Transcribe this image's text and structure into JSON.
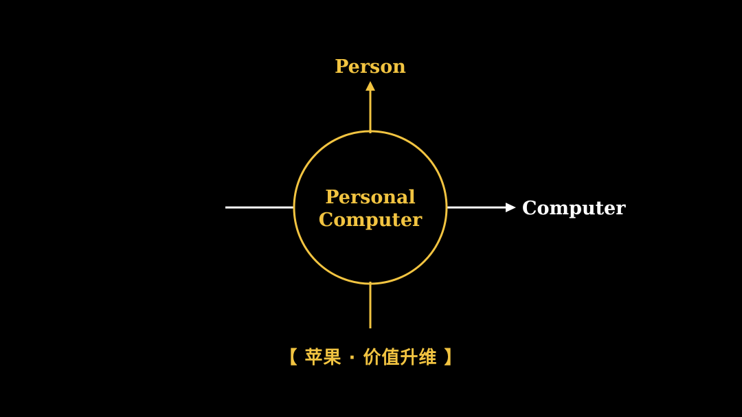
{
  "diagram": {
    "top_label": "Person",
    "right_label": "Computer",
    "center_line1": "Personal",
    "center_line2": "Computer",
    "caption": "【 苹果 · 价值升维 】"
  },
  "colors": {
    "background": "#000000",
    "accent": "#F2C441",
    "white": "#FFFFFF"
  }
}
